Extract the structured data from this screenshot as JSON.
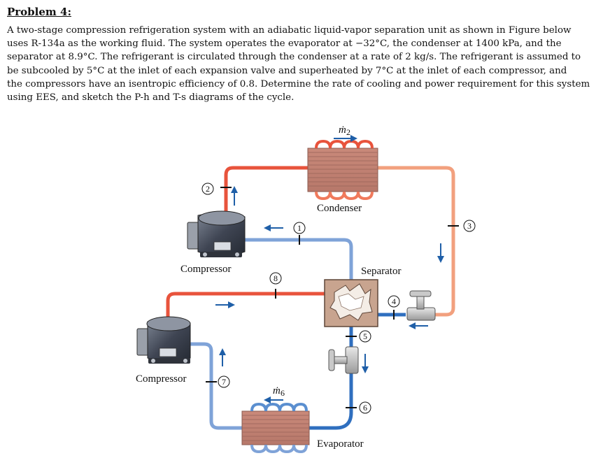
{
  "problem": {
    "heading": "Problem 4:",
    "lines": [
      "A two-stage compression refrigeration system with an adiabatic liquid-vapor separation unit as shown in Figure below",
      "uses R-134a as the working fluid. The system operates the evaporator at −32°C, the condenser at 1400 kPa, and the",
      "separator at 8.9°C. The refrigerant is circulated through the condenser at a rate of 2 kg/s. The refrigerant is assumed to",
      "be subcooled by 5°C at the inlet of each expansion valve and superheated by 7°C at the inlet of each compressor, and",
      "the compressors have an isentropic efficiency of 0.8. Determine the rate of cooling and power requirement for this system",
      "using EES, and sketch the P-h and T-s diagrams of the cycle."
    ]
  },
  "diagram": {
    "labels": {
      "condenser": "Condenser",
      "evaporator": "Evaporator",
      "separator": "Separator",
      "compressor_upper": "Compressor",
      "compressor_lower": "Compressor"
    },
    "flows": {
      "m2": "ṁ",
      "m2_sub": "2",
      "m6": "ṁ",
      "m6_sub": "6"
    },
    "states": [
      "1",
      "2",
      "3",
      "4",
      "5",
      "6",
      "7",
      "8"
    ],
    "colors": {
      "hot_pipe": "#e8533c",
      "warm_pipe": "#f2a07e",
      "cool_pipe": "#7fa3d8",
      "cold_pipe": "#2f6fbf",
      "arrow": "#1f5fa8"
    }
  }
}
